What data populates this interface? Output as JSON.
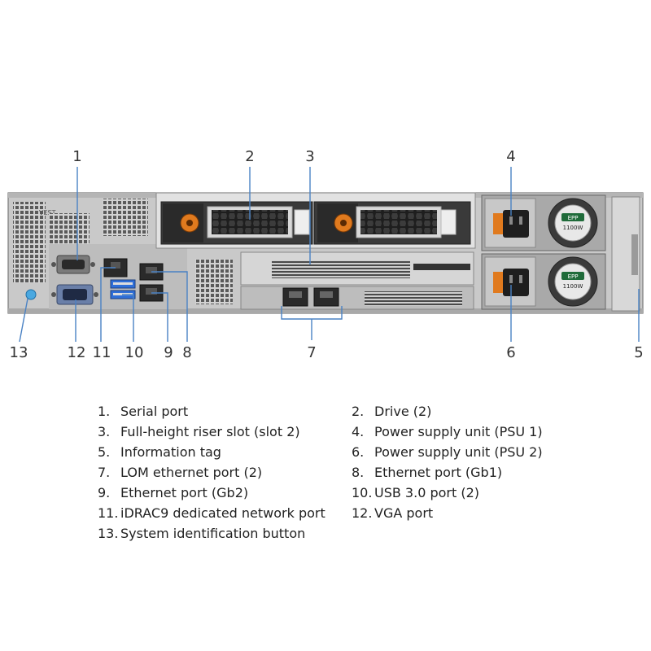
{
  "callouts": [
    {
      "num": "1"
    },
    {
      "num": "2"
    },
    {
      "num": "3"
    },
    {
      "num": "4"
    },
    {
      "num": "5"
    },
    {
      "num": "6"
    },
    {
      "num": "7"
    },
    {
      "num": "8"
    },
    {
      "num": "9"
    },
    {
      "num": "10"
    },
    {
      "num": "11"
    },
    {
      "num": "12"
    },
    {
      "num": "13"
    }
  ],
  "legend": [
    {
      "num": "1.",
      "label": "Serial port"
    },
    {
      "num": "2.",
      "label": "Drive (2)"
    },
    {
      "num": "3.",
      "label": "Full-height riser slot (slot 2)"
    },
    {
      "num": "4.",
      "label": "Power supply unit (PSU 1)"
    },
    {
      "num": "5.",
      "label": "Information tag"
    },
    {
      "num": "6.",
      "label": "Power supply unit (PSU 2)"
    },
    {
      "num": "7.",
      "label": "LOM ethernet port (2)"
    },
    {
      "num": "8.",
      "label": "Ethernet port (Gb1)"
    },
    {
      "num": "9.",
      "label": "Ethernet port (Gb2)"
    },
    {
      "num": "10.",
      "label": "USB 3.0 port (2)"
    },
    {
      "num": "11.",
      "label": "iDRAC9 dedicated network port"
    },
    {
      "num": "12.",
      "label": "VGA port"
    },
    {
      "num": "13.",
      "label": "System identification button"
    }
  ],
  "psu": {
    "badge": "EPP",
    "rating": "1100W"
  },
  "chassis_label": "VEST",
  "colors": {
    "chassis": "#c9c9c9",
    "chassis_dark": "#8a8a8a",
    "panel": "#3a3a3a",
    "usb_blue": "#2f6fd8",
    "id_button": "#4aa8e0",
    "psu_handle": "#e07a1e",
    "fan_badge": "#1f6b3a",
    "leader": "#4a82c4"
  }
}
